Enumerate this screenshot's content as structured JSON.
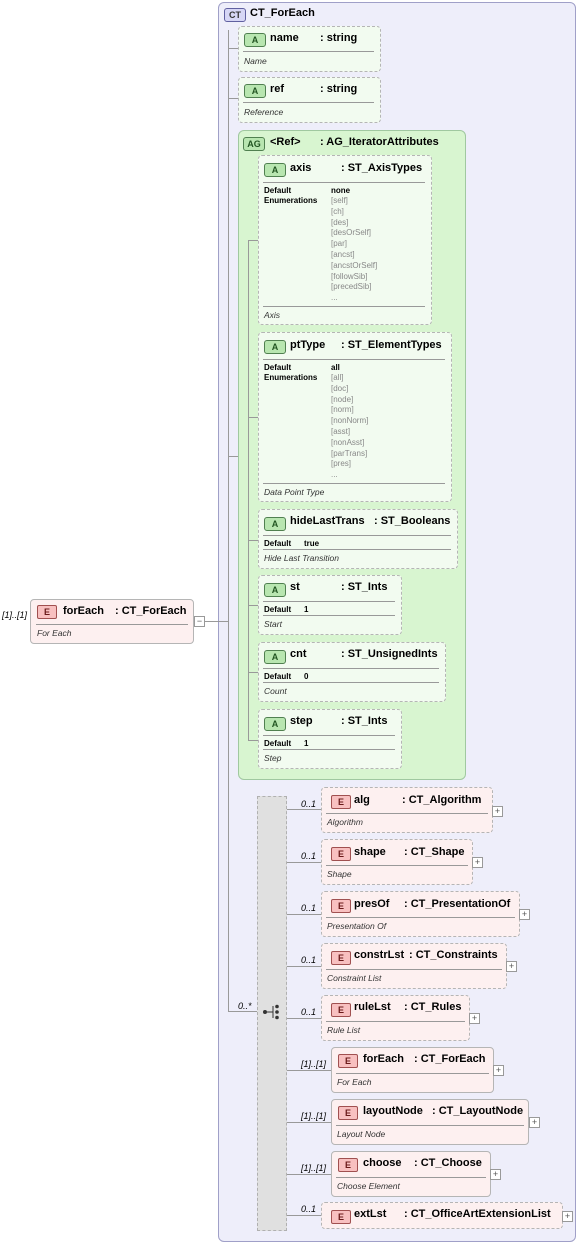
{
  "complex_type": {
    "badge": "CT",
    "name": "CT_ForEach"
  },
  "root_element": {
    "badge": "E",
    "cardinality": "[1]..[1]",
    "name": "forEach",
    "type": ": CT_ForEach",
    "doc": "For Each",
    "collapse": "−"
  },
  "attributes": [
    {
      "badge": "A",
      "name": "name",
      "type": ": string",
      "doc": "Name"
    },
    {
      "badge": "A",
      "name": "ref",
      "type": ": string",
      "doc": "Reference"
    }
  ],
  "attribute_group": {
    "badge": "AG",
    "name": "<Ref>",
    "type": ": AG_IteratorAttributes"
  },
  "group_attributes": {
    "axis": {
      "badge": "A",
      "name": "axis",
      "type": ": ST_AxisTypes",
      "default_label": "Default",
      "default_value": "none",
      "enum_label": "Enumerations",
      "enums": "[self]\n[ch]\n[des]\n[desOrSelf]\n[par]\n[ancst]\n[ancstOrSelf]\n[followSib]\n[precedSib]\n...",
      "doc": "Axis"
    },
    "ptType": {
      "badge": "A",
      "name": "ptType",
      "type": ": ST_ElementTypes",
      "default_label": "Default",
      "default_value": "all",
      "enum_label": "Enumerations",
      "enums": "[all]\n[doc]\n[node]\n[norm]\n[nonNorm]\n[asst]\n[nonAsst]\n[parTrans]\n[pres]\n...",
      "doc": "Data Point Type"
    },
    "hideLastTrans": {
      "badge": "A",
      "name": "hideLastTrans",
      "type": ": ST_Booleans",
      "default_label": "Default",
      "default_value": "true",
      "doc": "Hide Last Transition"
    },
    "st": {
      "badge": "A",
      "name": "st",
      "type": ": ST_Ints",
      "default_label": "Default",
      "default_value": "1",
      "doc": "Start"
    },
    "cnt": {
      "badge": "A",
      "name": "cnt",
      "type": ": ST_UnsignedInts",
      "default_label": "Default",
      "default_value": "0",
      "doc": "Count"
    },
    "step": {
      "badge": "A",
      "name": "step",
      "type": ": ST_Ints",
      "default_label": "Default",
      "default_value": "1",
      "doc": "Step"
    }
  },
  "sequence": {
    "cardinality": "0..*"
  },
  "children": [
    {
      "badge": "E",
      "card": "0..1",
      "name": "alg",
      "type": ": CT_Algorithm",
      "doc": "Algorithm",
      "expand": "+"
    },
    {
      "badge": "E",
      "card": "0..1",
      "name": "shape",
      "type": ": CT_Shape",
      "doc": "Shape",
      "expand": "+"
    },
    {
      "badge": "E",
      "card": "0..1",
      "name": "presOf",
      "type": ": CT_PresentationOf",
      "doc": "Presentation Of",
      "expand": "+"
    },
    {
      "badge": "E",
      "card": "0..1",
      "name": "constrLst",
      "type": ": CT_Constraints",
      "doc": "Constraint List",
      "expand": "+"
    },
    {
      "badge": "E",
      "card": "0..1",
      "name": "ruleLst",
      "type": ": CT_Rules",
      "doc": "Rule List",
      "expand": "+"
    },
    {
      "badge": "E",
      "card": "[1]..[1]",
      "name": "forEach",
      "type": ": CT_ForEach",
      "doc": "For Each",
      "expand": "+"
    },
    {
      "badge": "E",
      "card": "[1]..[1]",
      "name": "layoutNode",
      "type": ": CT_LayoutNode",
      "doc": "Layout Node",
      "expand": "+"
    },
    {
      "badge": "E",
      "card": "[1]..[1]",
      "name": "choose",
      "type": ": CT_Choose",
      "doc": "Choose Element",
      "expand": "+"
    },
    {
      "badge": "E",
      "card": "0..1",
      "name": "extLst",
      "type": ": CT_OfficeArtExtensionList",
      "doc": "",
      "expand": "+"
    }
  ]
}
